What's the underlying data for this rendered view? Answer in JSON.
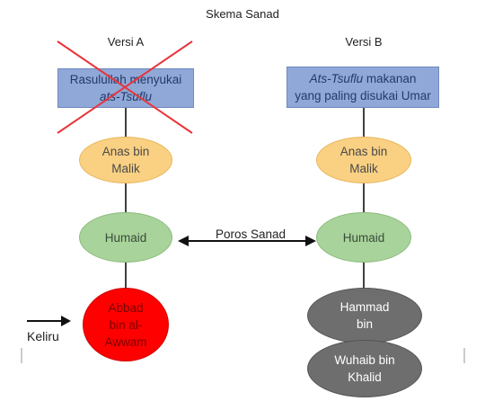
{
  "title": "Skema Sanad",
  "version_a": {
    "heading": "Versi A",
    "matn_line1": "Rasulullah menyukai",
    "matn_line2": "ats-Tsuflu",
    "node1": [
      "Anas bin",
      "Malik"
    ],
    "node2": "Humaid",
    "node3": [
      "Abbad",
      "bin al-",
      "Awwam"
    ]
  },
  "version_b": {
    "heading": "Versi B",
    "matn_line1_italic": "Ats-Tsuflu",
    "matn_line1_rest": " makanan",
    "matn_line2": "yang paling disukai Umar",
    "node1": [
      "Anas bin",
      "Malik"
    ],
    "node2": "Humaid",
    "node3": [
      "Hammad",
      "bin"
    ],
    "node4": [
      "Wuhaib bin",
      "Khalid"
    ]
  },
  "connector_label": "Poros Sanad",
  "error_label": "Keliru",
  "colors": {
    "matn_box": "#8FA8D8",
    "companion": "#FAD083",
    "common_link": "#A8D39A",
    "error_narrator": "#FF0000",
    "other_narrators": "#6E6E6E",
    "cross_out": "#E8353B"
  }
}
